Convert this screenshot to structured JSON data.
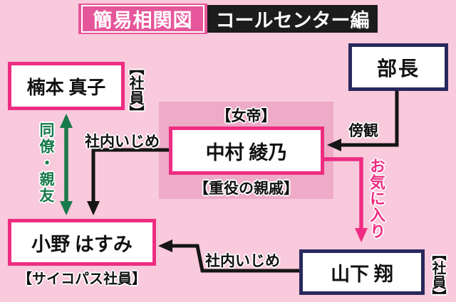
{
  "title": {
    "main": "簡易相関図",
    "edition": "コールセンター編"
  },
  "people": {
    "kusumoto": {
      "name": "楠本 真子",
      "tag": "【社員】"
    },
    "bucho": {
      "name": "部長"
    },
    "nakamura": {
      "name": "中村 綾乃",
      "tag_top": "【女帝】",
      "tag_bottom": "【重役の親戚】"
    },
    "ono": {
      "name": "小野 はすみ",
      "tag": "【サイコパス社員】"
    },
    "yamashita": {
      "name": "山下 翔",
      "tag": "【社員】"
    }
  },
  "relations": {
    "bokan": {
      "label": "傍観",
      "from": "部長",
      "to": "中村 綾乃",
      "color": "#151515",
      "direction": "one-way"
    },
    "ijime_top": {
      "label": "社内いじめ",
      "from": "中村 綾乃",
      "to": "小野 はすみ",
      "color": "#151515",
      "direction": "one-way"
    },
    "ijime_bottom": {
      "label": "社内いじめ",
      "from": "山下 翔",
      "to": "小野 はすみ",
      "color": "#151515",
      "direction": "one-way"
    },
    "douryou": {
      "label": "同僚・親友",
      "from": "楠本 真子",
      "to": "小野 はすみ",
      "color": "#177a4a",
      "direction": "two-way"
    },
    "okiniiri": {
      "label": "お気に入り",
      "from": "中村 綾乃",
      "to": "山下 翔",
      "color": "#ee2d82",
      "direction": "one-way"
    }
  },
  "colors": {
    "background": "#f9c9dc",
    "panel": "#edabc7",
    "accent_pink": "#ee2d82",
    "title_pink": "#e5569a",
    "title_black": "#1c1c1c",
    "navy": "#28285c",
    "green": "#177a4a",
    "black": "#151515"
  }
}
